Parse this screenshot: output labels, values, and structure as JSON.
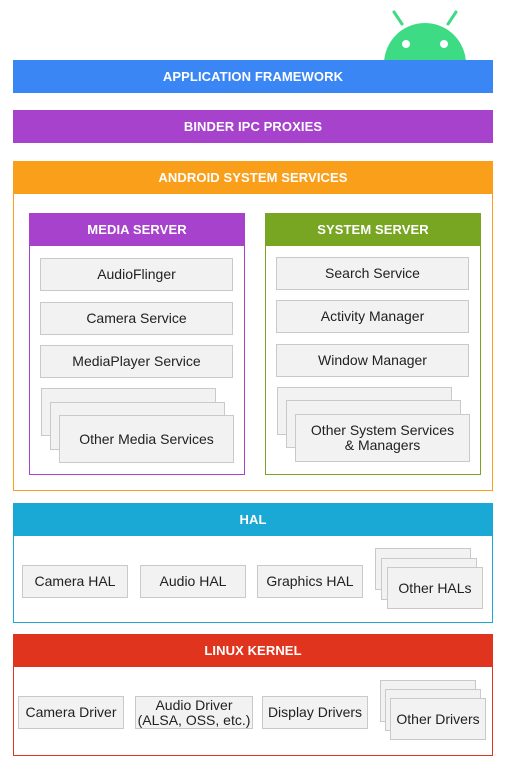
{
  "application_framework": {
    "label": "APPLICATION FRAMEWORK",
    "color": "#3a86f4"
  },
  "binder": {
    "label": "BINDER IPC PROXIES",
    "color": "#a642cc"
  },
  "system_services": {
    "label": "ANDROID SYSTEM SERVICES",
    "color": "#f99f1a",
    "media_server": {
      "label": "MEDIA SERVER",
      "color": "#a642cc",
      "items": [
        "AudioFlinger",
        "Camera Service",
        "MediaPlayer Service",
        "Other Media Services"
      ]
    },
    "system_server": {
      "label": "SYSTEM SERVER",
      "color": "#78a522",
      "items": [
        "Search Service",
        "Activity Manager",
        "Window Manager",
        "Other System Services\n& Managers"
      ]
    }
  },
  "hal": {
    "label": "HAL",
    "color": "#1aa9d5",
    "items": [
      "Camera HAL",
      "Audio HAL",
      "Graphics HAL",
      "Other HALs"
    ]
  },
  "kernel": {
    "label": "LINUX KERNEL",
    "color": "#e1341e",
    "items": [
      "Camera Driver",
      "Audio Driver\n(ALSA, OSS, etc.)",
      "Display Drivers",
      "Other Drivers"
    ]
  },
  "logo": {
    "icon": "android-robot-icon",
    "color": "#3ddc84"
  }
}
